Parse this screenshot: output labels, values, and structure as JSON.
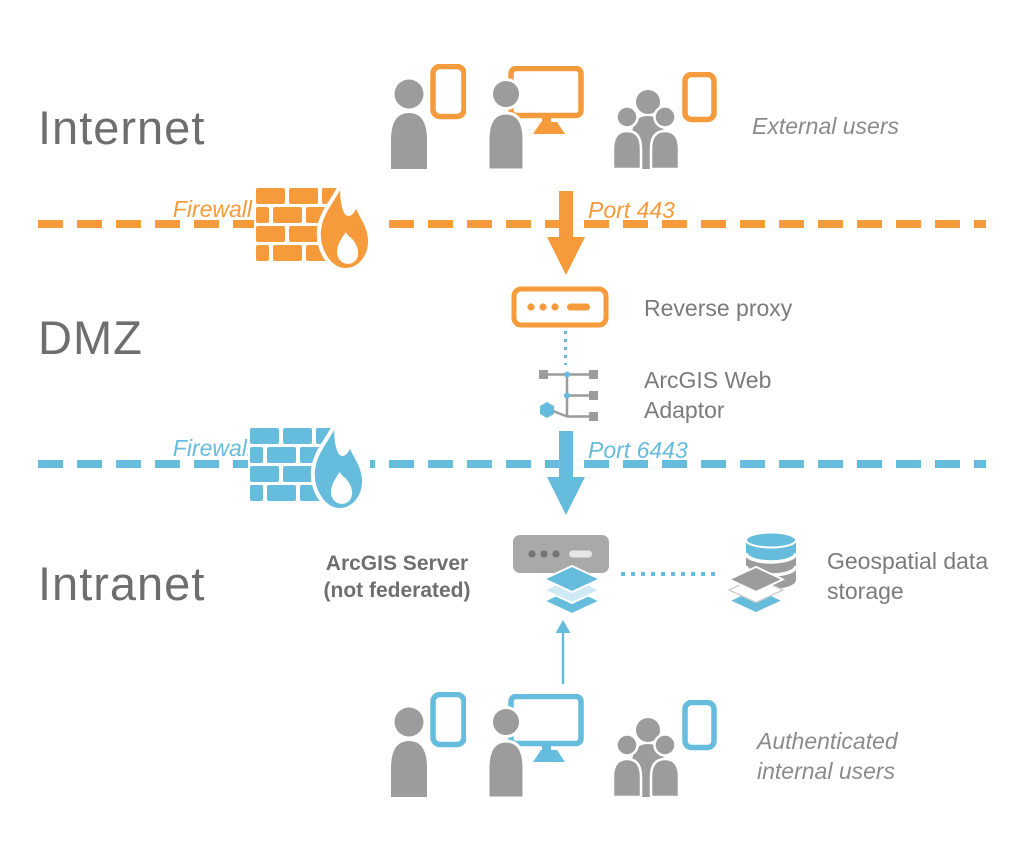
{
  "colors": {
    "orange": "#F59B3B",
    "blue": "#66BCDC",
    "heading_gray": "#6E6E6E",
    "label_gray": "#7B7B7B",
    "icon_gray": "#9C9C9C"
  },
  "icons": {
    "user_tablet": "tablet-user-icon",
    "user_desktop": "desktop-user-icon",
    "user_group": "group-tablet-user-icon",
    "firewall": "brick-wall-flame-icon",
    "reverse_proxy": "proxy-appliance-icon",
    "web_adaptor": "network-nodes-icon",
    "arcgis_server": "server-appliance-icon",
    "map_layers": "stacked-layers-icon",
    "database": "database-cylinder-icon",
    "port_arrow": "thick-down-arrow-icon",
    "user_flow_arrow": "thin-up-arrow-icon"
  },
  "internet": {
    "title": "Internet",
    "users_label": "External users"
  },
  "firewall_top": {
    "label": "Firewall",
    "port": "Port 443"
  },
  "dmz": {
    "title": "DMZ",
    "reverse_proxy_label": "Reverse proxy",
    "web_adaptor_label": "ArcGIS Web Adaptor"
  },
  "firewall_bottom": {
    "label": "Firewall",
    "port": "Port 6443"
  },
  "intranet": {
    "title": "Intranet",
    "server_label": "ArcGIS Server",
    "server_note": "(not federated)",
    "storage_label": "Geospatial data storage",
    "users_label": "Authenticated internal users"
  }
}
